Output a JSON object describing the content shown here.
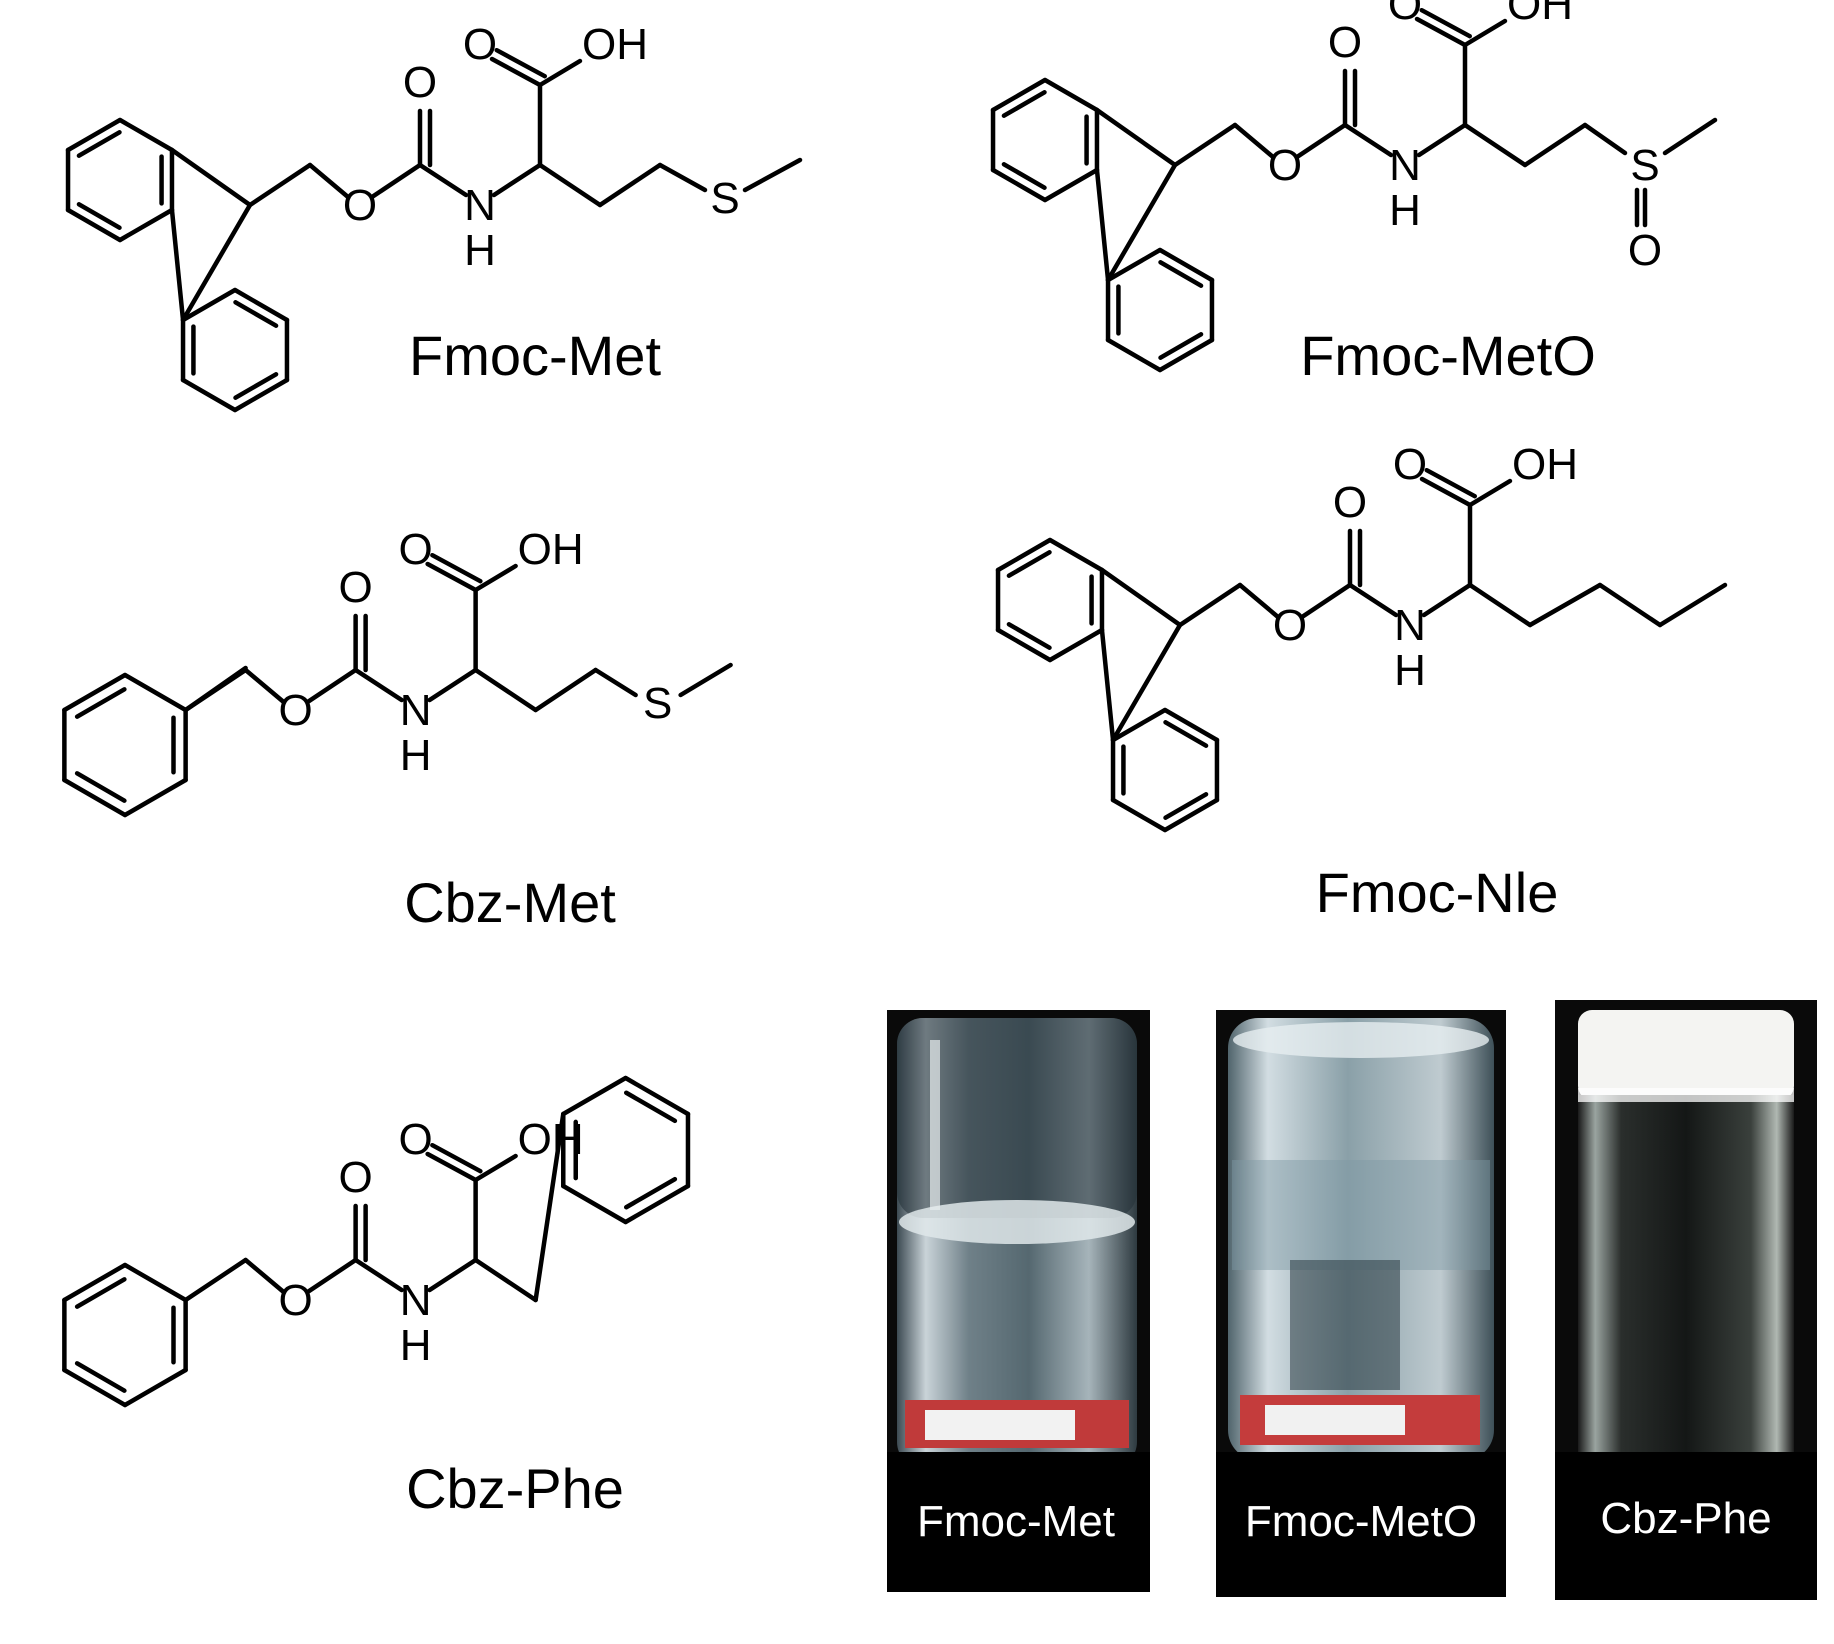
{
  "atoms": {
    "O": "O",
    "OH": "OH",
    "N": "N",
    "H": "H",
    "S": "S"
  },
  "compounds": [
    {
      "name": "Fmoc-Met"
    },
    {
      "name": "Fmoc-MetO"
    },
    {
      "name": "Cbz-Met"
    },
    {
      "name": "Fmoc-Nle"
    },
    {
      "name": "Cbz-Phe"
    }
  ],
  "vials": [
    {
      "label": "Fmoc-Met"
    },
    {
      "label": "Fmoc-MetO"
    },
    {
      "label": "Cbz-Phe"
    }
  ]
}
